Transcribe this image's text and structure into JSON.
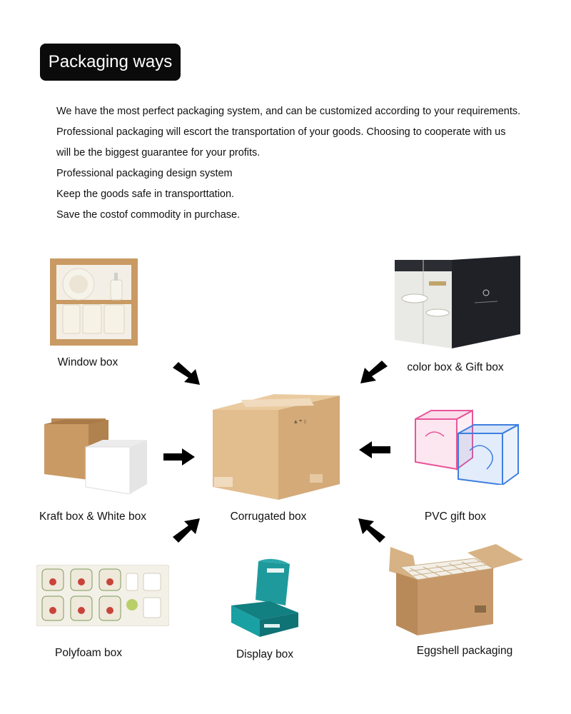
{
  "title": "Packaging ways",
  "intro_lines": [
    "We have the most perfect packaging system, and can be customized according to your requirements.",
    "Professional packaging will escort the transportation of your goods. Choosing to cooperate with us",
    "will be the biggest guarantee for your profits.",
    "Professional packaging design system",
    "Keep the goods safe in transporttation.",
    "Save the costof commodity in purchase."
  ],
  "packaging": {
    "window_box": "Window box",
    "color_gift_box": "color box & Gift box",
    "kraft_white_box": "Kraft box & White box",
    "corrugated_box": "Corrugated box",
    "pvc_gift_box": "PVC gift box",
    "polyfoam_box": "Polyfoam box",
    "display_box": "Display box",
    "eggshell_packaging": "Eggshell packaging"
  },
  "icons": {
    "arrow": "arrow-icon",
    "box": "box-icon"
  },
  "colors": {
    "title_background": "#0b0b0b",
    "kraft": "#c99a64",
    "corrugated": "#e2bd8e",
    "pvc_pink": "#e8569a",
    "pvc_blue": "#3d7fe0",
    "display_teal": "#1f9a9c"
  }
}
